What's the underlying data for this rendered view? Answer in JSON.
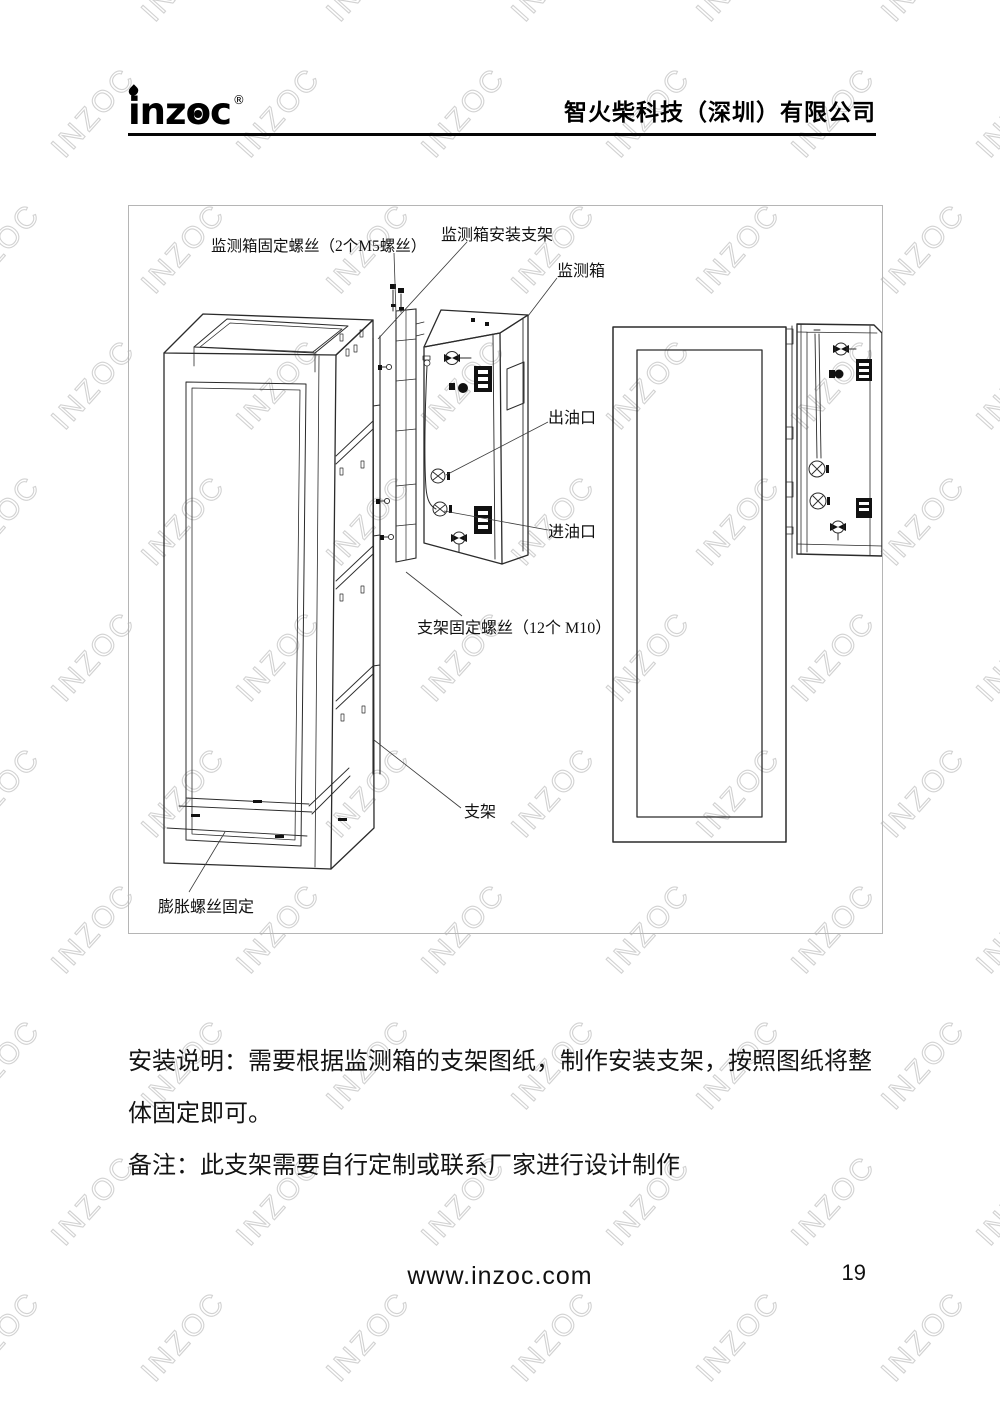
{
  "header": {
    "logo_text_left": "inz",
    "logo_text_o": "o",
    "logo_text_right": "c",
    "registered_mark": "®",
    "company_name": "智火柴科技（深圳）有限公司"
  },
  "watermark": {
    "text": "INZOC"
  },
  "diagram": {
    "labels": {
      "monitor_box_fixing_screws": "监测箱固定螺丝（2个M5螺丝）",
      "monitor_box_mounting_bracket": "监测箱安装支架",
      "monitor_box": "监测箱",
      "oil_outlet": "出油口",
      "oil_inlet": "进油口",
      "bracket_fixing_screws": "支架固定螺丝（12个 M10）",
      "bracket": "支架",
      "expansion_screw_fixing": "膨胀螺丝固定"
    }
  },
  "body": {
    "installation_note": "安装说明：需要根据监测箱的支架图纸，制作安装支架，按照图纸将整体固定即可。",
    "remark": "备注：此支架需要自行定制或联系厂家进行设计制作"
  },
  "footer": {
    "website": "www.inzoc.com",
    "page_number": "19"
  }
}
